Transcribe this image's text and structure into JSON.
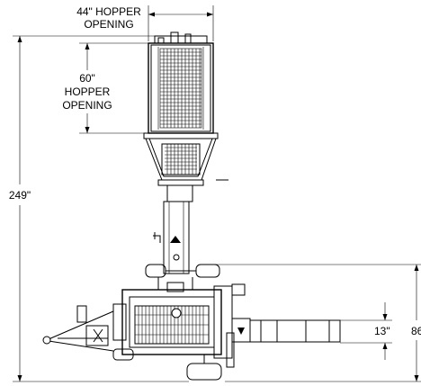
{
  "dimensions": {
    "hopper_width": {
      "line1": "44\" HOPPER",
      "line2": "OPENING"
    },
    "hopper_length": {
      "line1": "60\"",
      "line2": "HOPPER",
      "line3": "OPENING"
    },
    "overall_length": "249\"",
    "discharge_height": "13\"",
    "overall_width": "86\""
  }
}
